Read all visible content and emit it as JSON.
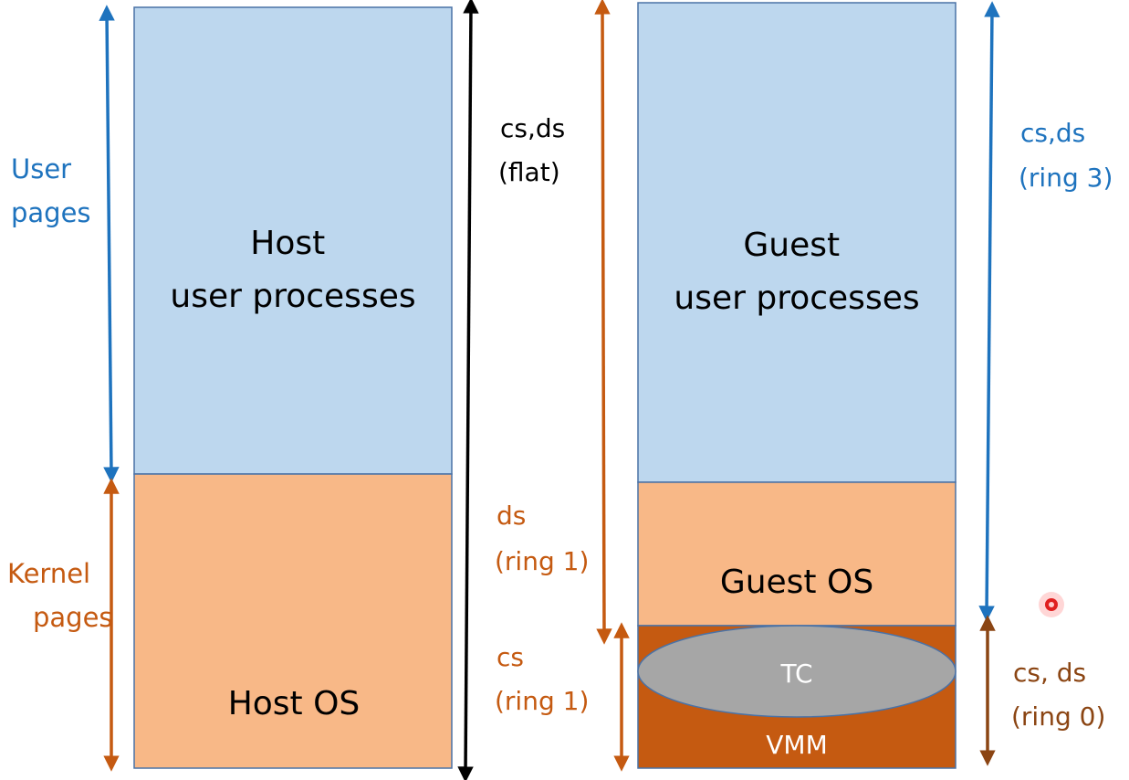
{
  "colors": {
    "user_fill": "#bdd7ee",
    "kernel_fill": "#f8b887",
    "vmm_fill": "#c55a11",
    "tc_fill": "#a6a6a6",
    "box_stroke": "#4a72a6",
    "blue": "#1e73be",
    "orange": "#c55a11",
    "dark_orange": "#8b4513",
    "black": "#000000",
    "white": "#ffffff"
  },
  "left_labels": {
    "user_pages": [
      "User",
      "pages"
    ],
    "kernel_pages": [
      "Kernel",
      "pages"
    ]
  },
  "host_column": {
    "user_processes": [
      "Host",
      "user processes"
    ],
    "os": "Host OS"
  },
  "middle_labels": {
    "flat": [
      "cs,ds",
      "(flat)"
    ],
    "ds_ring1": [
      "ds",
      "(ring 1)"
    ],
    "cs_ring1": [
      "cs",
      "(ring 1)"
    ]
  },
  "guest_column": {
    "user_processes": [
      "Guest",
      "user processes"
    ],
    "os": "Guest OS",
    "tc": "TC",
    "vmm": "VMM"
  },
  "right_labels": {
    "ring3": [
      "cs,ds",
      "(ring 3)"
    ],
    "ring0": [
      "cs, ds",
      "(ring 0)"
    ]
  }
}
